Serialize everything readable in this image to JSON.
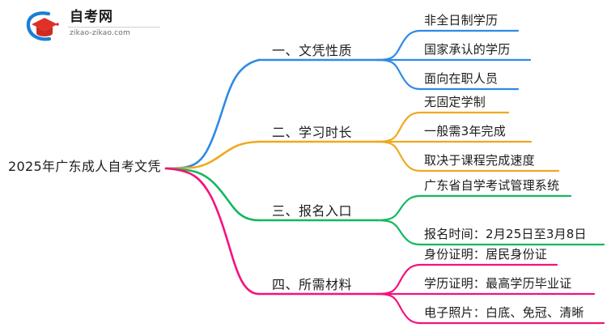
{
  "logo": {
    "name_cn": "自考网",
    "url": "zikao-zikao.com",
    "mark_icon": "graduation-cap-icon",
    "arc_color": "#1a7fd4",
    "cap_color": "#e03127"
  },
  "mindmap": {
    "root": {
      "label": "2025年广东成人自考文凭"
    },
    "branches": [
      {
        "label": "一、文凭性质",
        "color": "#2e8ae6",
        "leaves": [
          {
            "label": "非全日制学历"
          },
          {
            "label": "国家承认的学历"
          },
          {
            "label": "面向在职人员"
          }
        ]
      },
      {
        "label": "二、学习时长",
        "color": "#f0a81e",
        "leaves": [
          {
            "label": "无固定学制"
          },
          {
            "label": "一般需3年完成"
          },
          {
            "label": "取决于课程完成速度"
          }
        ]
      },
      {
        "label": "三、报名入口",
        "color": "#13b85c",
        "leaves": [
          {
            "label": "广东省自学考试管理系统"
          },
          {
            "label": "报名时间：2月25日至3月8日"
          }
        ]
      },
      {
        "label": "四、所需材料",
        "color": "#f4127e",
        "leaves": [
          {
            "label": "身份证明：居民身份证"
          },
          {
            "label": "学历证明：最高学历毕业证"
          },
          {
            "label": "电子照片：白底、免冠、清晰"
          }
        ]
      }
    ]
  }
}
